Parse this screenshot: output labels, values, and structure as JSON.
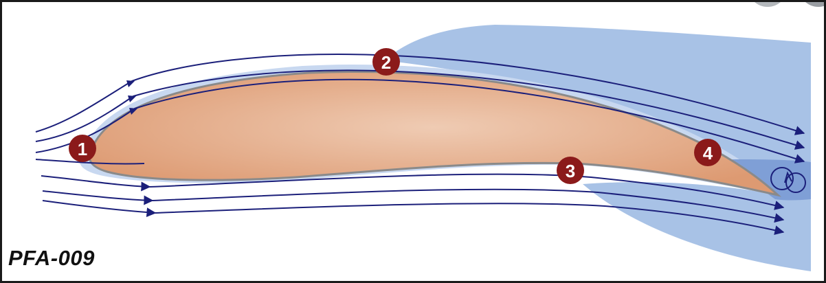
{
  "figure": {
    "id_label": "PFA-009"
  },
  "markers": [
    {
      "label": "1"
    },
    {
      "label": "2"
    },
    {
      "label": "3"
    },
    {
      "label": "4"
    }
  ],
  "colors": {
    "background": "#ffffff",
    "frame": "#1a1a1a",
    "airfoil_fill_center": "#efcbb3",
    "airfoil_fill_edge": "#dd9a72",
    "airfoil_outline": "#8a8a8a",
    "low_pressure_region": "#a8c2e6",
    "boundary_layer": "#c8d8f0",
    "wake": "#7f9fd6",
    "streamline": "#1b1f7a",
    "marker_fill": "#8b1a1a",
    "marker_text": "#ffffff"
  },
  "icons": {
    "flow_arrow": "arrowhead-icon",
    "vortex": "recirculation-vortex-icon"
  }
}
